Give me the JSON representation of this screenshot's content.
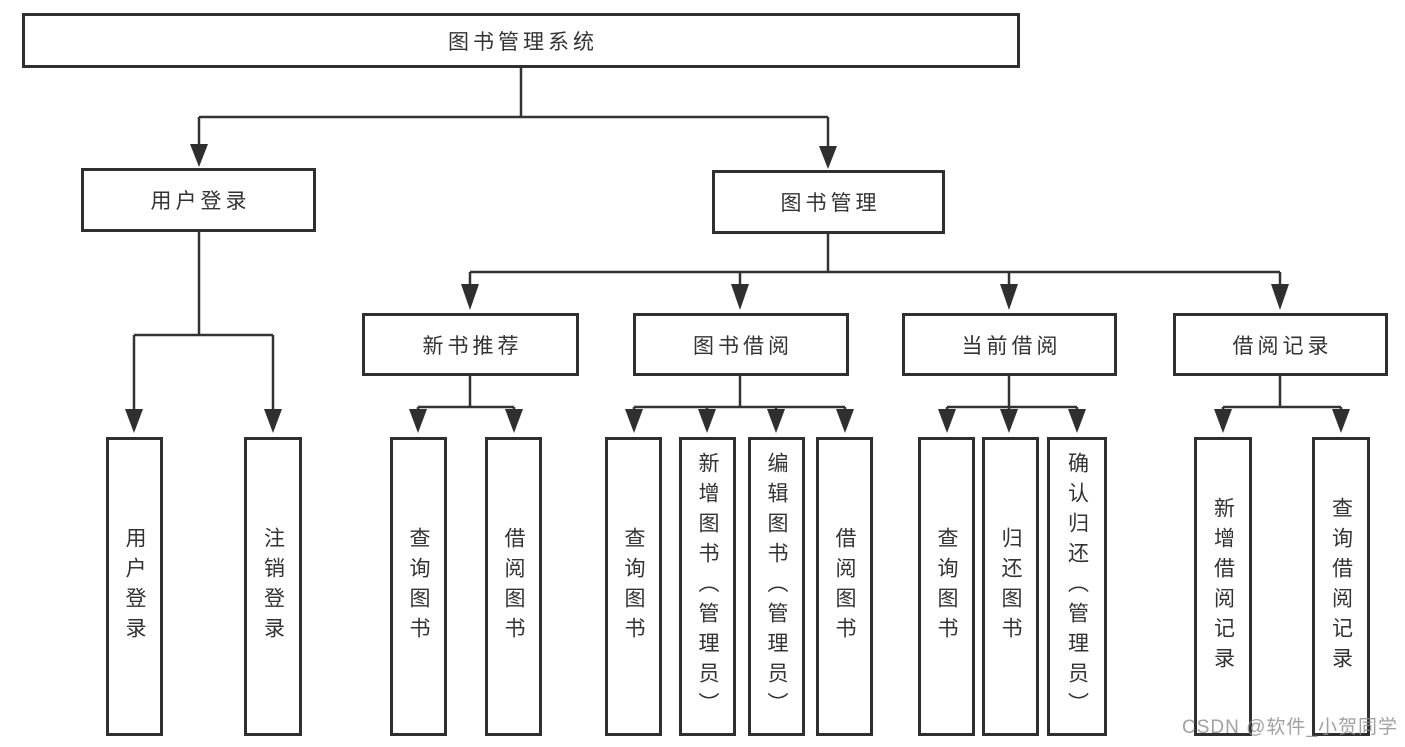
{
  "diagram": {
    "title": "图书管理系统",
    "root": {
      "label": "图书管理系统"
    },
    "level2": [
      {
        "label": "用户登录"
      },
      {
        "label": "图书管理"
      }
    ],
    "level3": [
      {
        "label": "新书推荐"
      },
      {
        "label": "图书借阅"
      },
      {
        "label": "当前借阅"
      },
      {
        "label": "借阅记录"
      }
    ],
    "leaves": [
      {
        "label": "用户登录"
      },
      {
        "label": "注销登录"
      },
      {
        "label": "查询图书"
      },
      {
        "label": "借阅图书"
      },
      {
        "label": "查询图书"
      },
      {
        "label": "新增图书（管理员）"
      },
      {
        "label": "编辑图书（管理员）"
      },
      {
        "label": "借阅图书"
      },
      {
        "label": "查询图书"
      },
      {
        "label": "归还图书"
      },
      {
        "label": "确认归还（管理员）"
      },
      {
        "label": "新增借阅记录"
      },
      {
        "label": "查询借阅记录"
      }
    ],
    "watermark": "CSDN @软件_小贺同学",
    "colors": {
      "line": "#333333",
      "box_border": "#2f2f2f",
      "text": "#333333",
      "watermark": "#919191",
      "background": "#ffffff"
    }
  }
}
